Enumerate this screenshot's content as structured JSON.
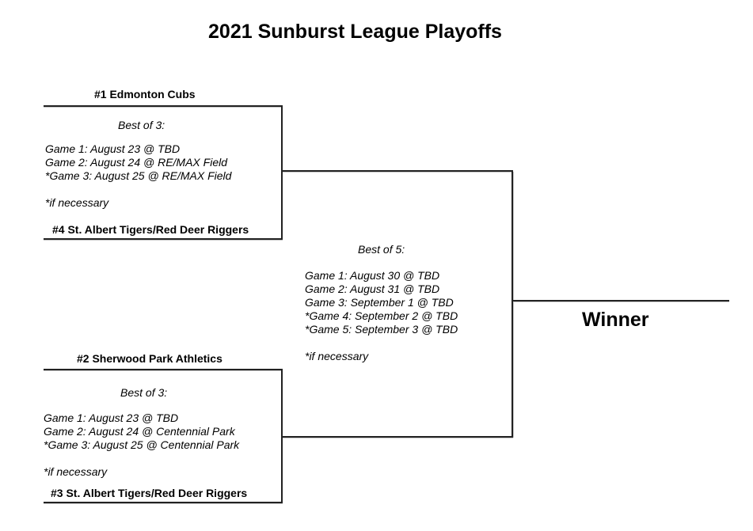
{
  "title": "2021 Sunburst League Playoffs",
  "semifinal_1": {
    "top_team": "#1 Edmonton Cubs",
    "bottom_team": "#4 St. Albert Tigers/Red Deer Riggers",
    "format": "Best of 3:",
    "games": [
      "Game 1: August 23 @ TBD",
      "Game 2: August 24 @ RE/MAX Field",
      "*Game 3: August 25 @ RE/MAX Field"
    ],
    "note": "*if necessary"
  },
  "semifinal_2": {
    "top_team": "#2 Sherwood Park Athletics",
    "bottom_team": "#3 St. Albert Tigers/Red Deer Riggers",
    "format": "Best of 3:",
    "games": [
      "Game 1: August 23 @ TBD",
      "Game 2: August 24 @ Centennial Park",
      "*Game 3: August 25 @ Centennial Park"
    ],
    "note": "*if necessary"
  },
  "final": {
    "format": "Best of 5:",
    "games": [
      "Game 1: August 30 @ TBD",
      "Game 2: August 31 @ TBD",
      "Game 3: September 1 @ TBD",
      "*Game 4: September 2 @ TBD",
      "*Game 5: September 3 @ TBD"
    ],
    "note": "*if necessary"
  },
  "winner_label": "Winner"
}
